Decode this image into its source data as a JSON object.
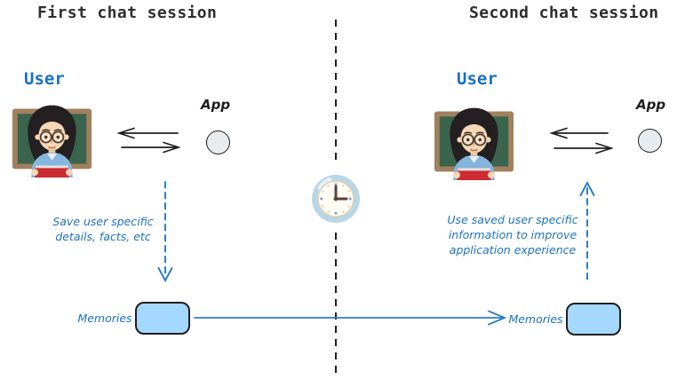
{
  "left_session": {
    "title": "First chat session",
    "user_label": "User",
    "user_icon": "woman-teacher-emoji",
    "app_label": "App",
    "app_icon": "circle-node",
    "note_lines": [
      "Save user specific",
      "details, facts, etc"
    ],
    "memories_label": "Memories"
  },
  "right_session": {
    "title": "Second chat session",
    "user_label": "User",
    "user_icon": "woman-teacher-emoji",
    "app_label": "App",
    "app_icon": "circle-node",
    "note_lines": [
      "Use saved user specific",
      "information to improve",
      "application experience"
    ],
    "memories_label": "Memories"
  },
  "divider": {
    "icon": "clock-three-oclock-emoji"
  },
  "colors": {
    "accent_blue_text": "#1d72bf",
    "arrow_blue": "#2e7dc2",
    "ink": "#1e1e1e",
    "title_text": "#2e2e2e",
    "memories_box_fill": "#a5d8ff",
    "app_node_fill": "#e9ecef",
    "clock_ring": "#b9d6e7"
  }
}
